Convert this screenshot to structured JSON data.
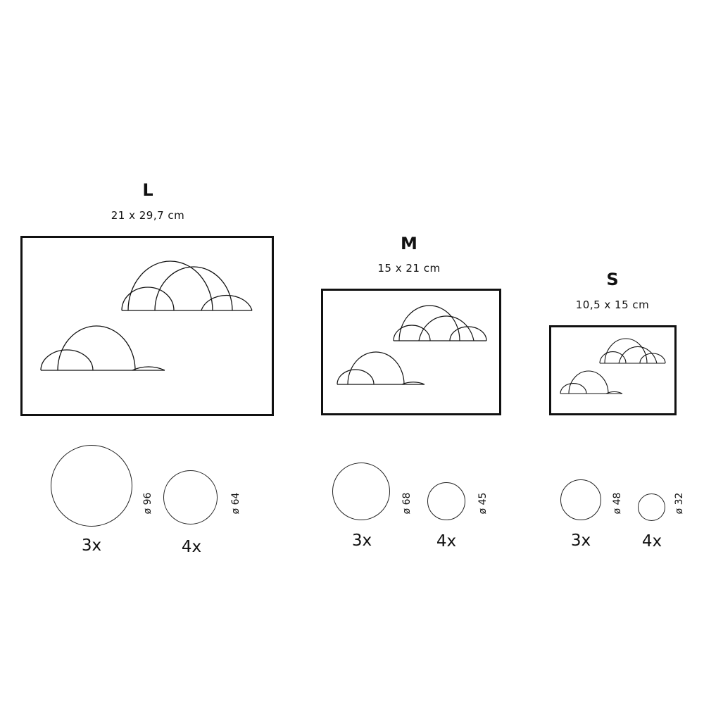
{
  "sizes": {
    "L": {
      "label": "L",
      "dimensions": "21 x 29,7 cm",
      "circle_large": {
        "diameter": "ø 96",
        "count": "3x"
      },
      "circle_small": {
        "diameter": "ø 64",
        "count": "4x"
      }
    },
    "M": {
      "label": "M",
      "dimensions": "15 x 21 cm",
      "circle_large": {
        "diameter": "ø 68",
        "count": "3x"
      },
      "circle_small": {
        "diameter": "ø 45",
        "count": "4x"
      }
    },
    "S": {
      "label": "S",
      "dimensions": "10,5 x 15 cm",
      "circle_large": {
        "diameter": "ø 48",
        "count": "3x"
      },
      "circle_small": {
        "diameter": "ø 32",
        "count": "4x"
      }
    }
  }
}
